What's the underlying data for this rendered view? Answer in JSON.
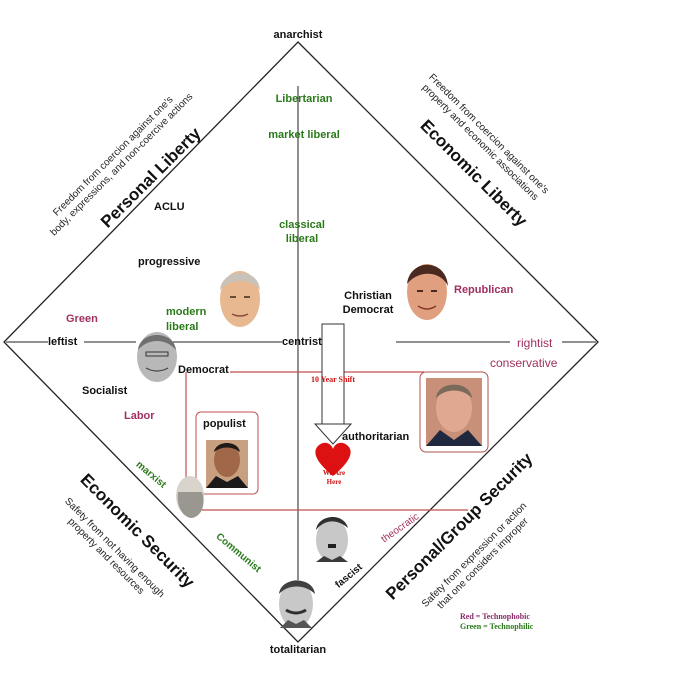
{
  "axes": {
    "top": "anarchist",
    "bottom": "totalitarian",
    "left": "leftist",
    "center": "centrist",
    "right": "rightist"
  },
  "quadrants": {
    "personal_liberty": {
      "title": "Personal Liberty",
      "subtitle_1": "Freedom from coercion against one's",
      "subtitle_2": "body, expressions, and non-coercive actions"
    },
    "economic_liberty": {
      "title": "Economic Liberty",
      "subtitle_1": "Freedom from coercion against one's",
      "subtitle_2": "property and economic associations"
    },
    "economic_security": {
      "title": "Economic Security",
      "subtitle_1": "Safety from not having enough",
      "subtitle_2": "property and resources"
    },
    "personal_group_security": {
      "title": "Personal/Group Security",
      "subtitle_1": "Safety from expression or action",
      "subtitle_2": "that one considers improper"
    }
  },
  "labels": {
    "libertarian": "Libertarian",
    "market_liberal": "market liberal",
    "aclu": "ACLU",
    "classical_liberal_1": "classical",
    "classical_liberal_2": "liberal",
    "progressive": "progressive",
    "modern_liberal_1": "modern",
    "modern_liberal_2": "liberal",
    "christian_democrat_1": "Christian",
    "christian_democrat_2": "Democrat",
    "republican": "Republican",
    "green": "Green",
    "democrat": "Democrat",
    "socialist": "Socialist",
    "labor": "Labor",
    "conservative": "conservative",
    "populist": "populist",
    "authoritarian": "authoritarian",
    "marxist": "marxist",
    "communist": "Communist",
    "fascist": "fascist",
    "theocratic": "theocratic",
    "ten_year_shift": "10 Year Shift",
    "we_are_here_1": "We Are",
    "we_are_here_2": "Here"
  },
  "legend": {
    "red": "Red = Technophobic",
    "green": "Green = Technophilic"
  },
  "colors": {
    "technophobic": "#d01010",
    "technophilic": "#2a7a1a",
    "label_magenta": "#a03060",
    "frame_red": "#c05050"
  }
}
